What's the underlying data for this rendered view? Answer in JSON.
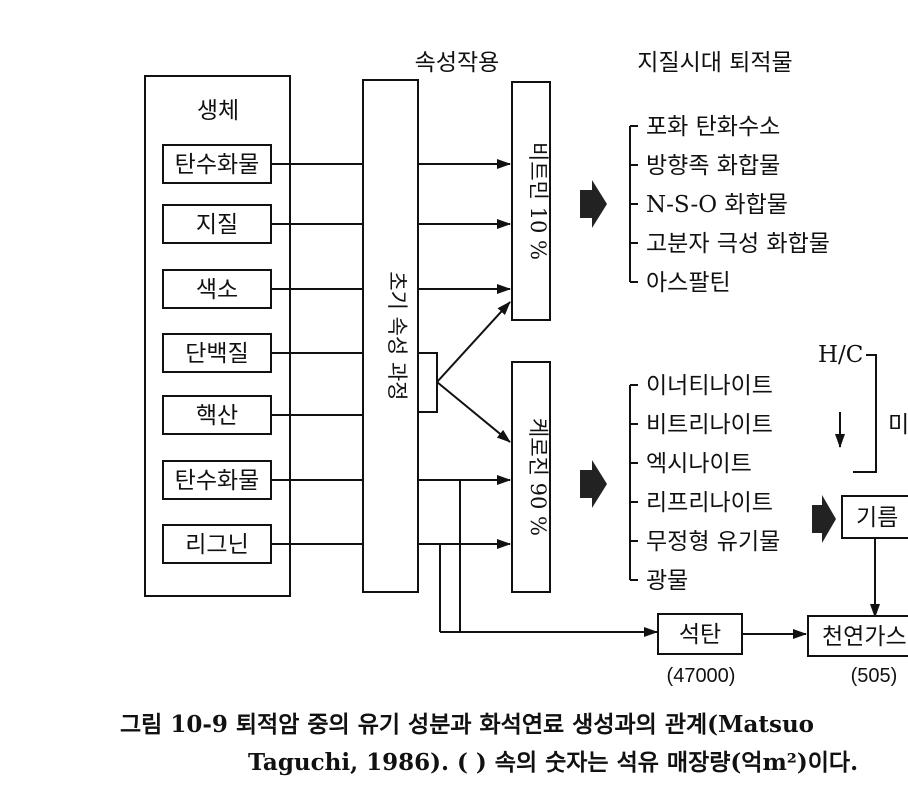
{
  "headers": {
    "diagenesis": "속성작용",
    "sediment": "지질시대 퇴적물"
  },
  "organism": {
    "title": "생체",
    "items": [
      "탄수화물",
      "지질",
      "색소",
      "단백질",
      "핵산",
      "탄수화물",
      "리그닌"
    ]
  },
  "process_label": "초기 속성 과정",
  "bitumen_label": "비트민 10 %",
  "kerogen_label": "케로진 90 %",
  "bitumen_products": [
    "포화 탄화수소",
    "방향족 화합물",
    "N-S-O 화합물",
    "고분자 극성 화합물",
    "아스팔틴"
  ],
  "kerogen_products": [
    "이너티나이트",
    "비트리나이트",
    "엑시나이트",
    "리프리나이트",
    "무정형 유기물",
    "광물"
  ],
  "hc_label": "H/C",
  "cut_char": "미",
  "oil": {
    "label": "기름"
  },
  "coal": {
    "label": "석탄",
    "reserve": "(47000)"
  },
  "gas": {
    "label": "천연가스",
    "reserve": "(505)"
  },
  "caption": {
    "line1": "그림 10-9  퇴적암 중의 유기 성분과 화석연료 생성과의 관계(Matsuo",
    "line2": "Taguchi, 1986). (  ) 속의 숫자는 석유 매장량(억m²)이다."
  },
  "colors": {
    "ink": "#111111",
    "background": "#ffffff"
  }
}
